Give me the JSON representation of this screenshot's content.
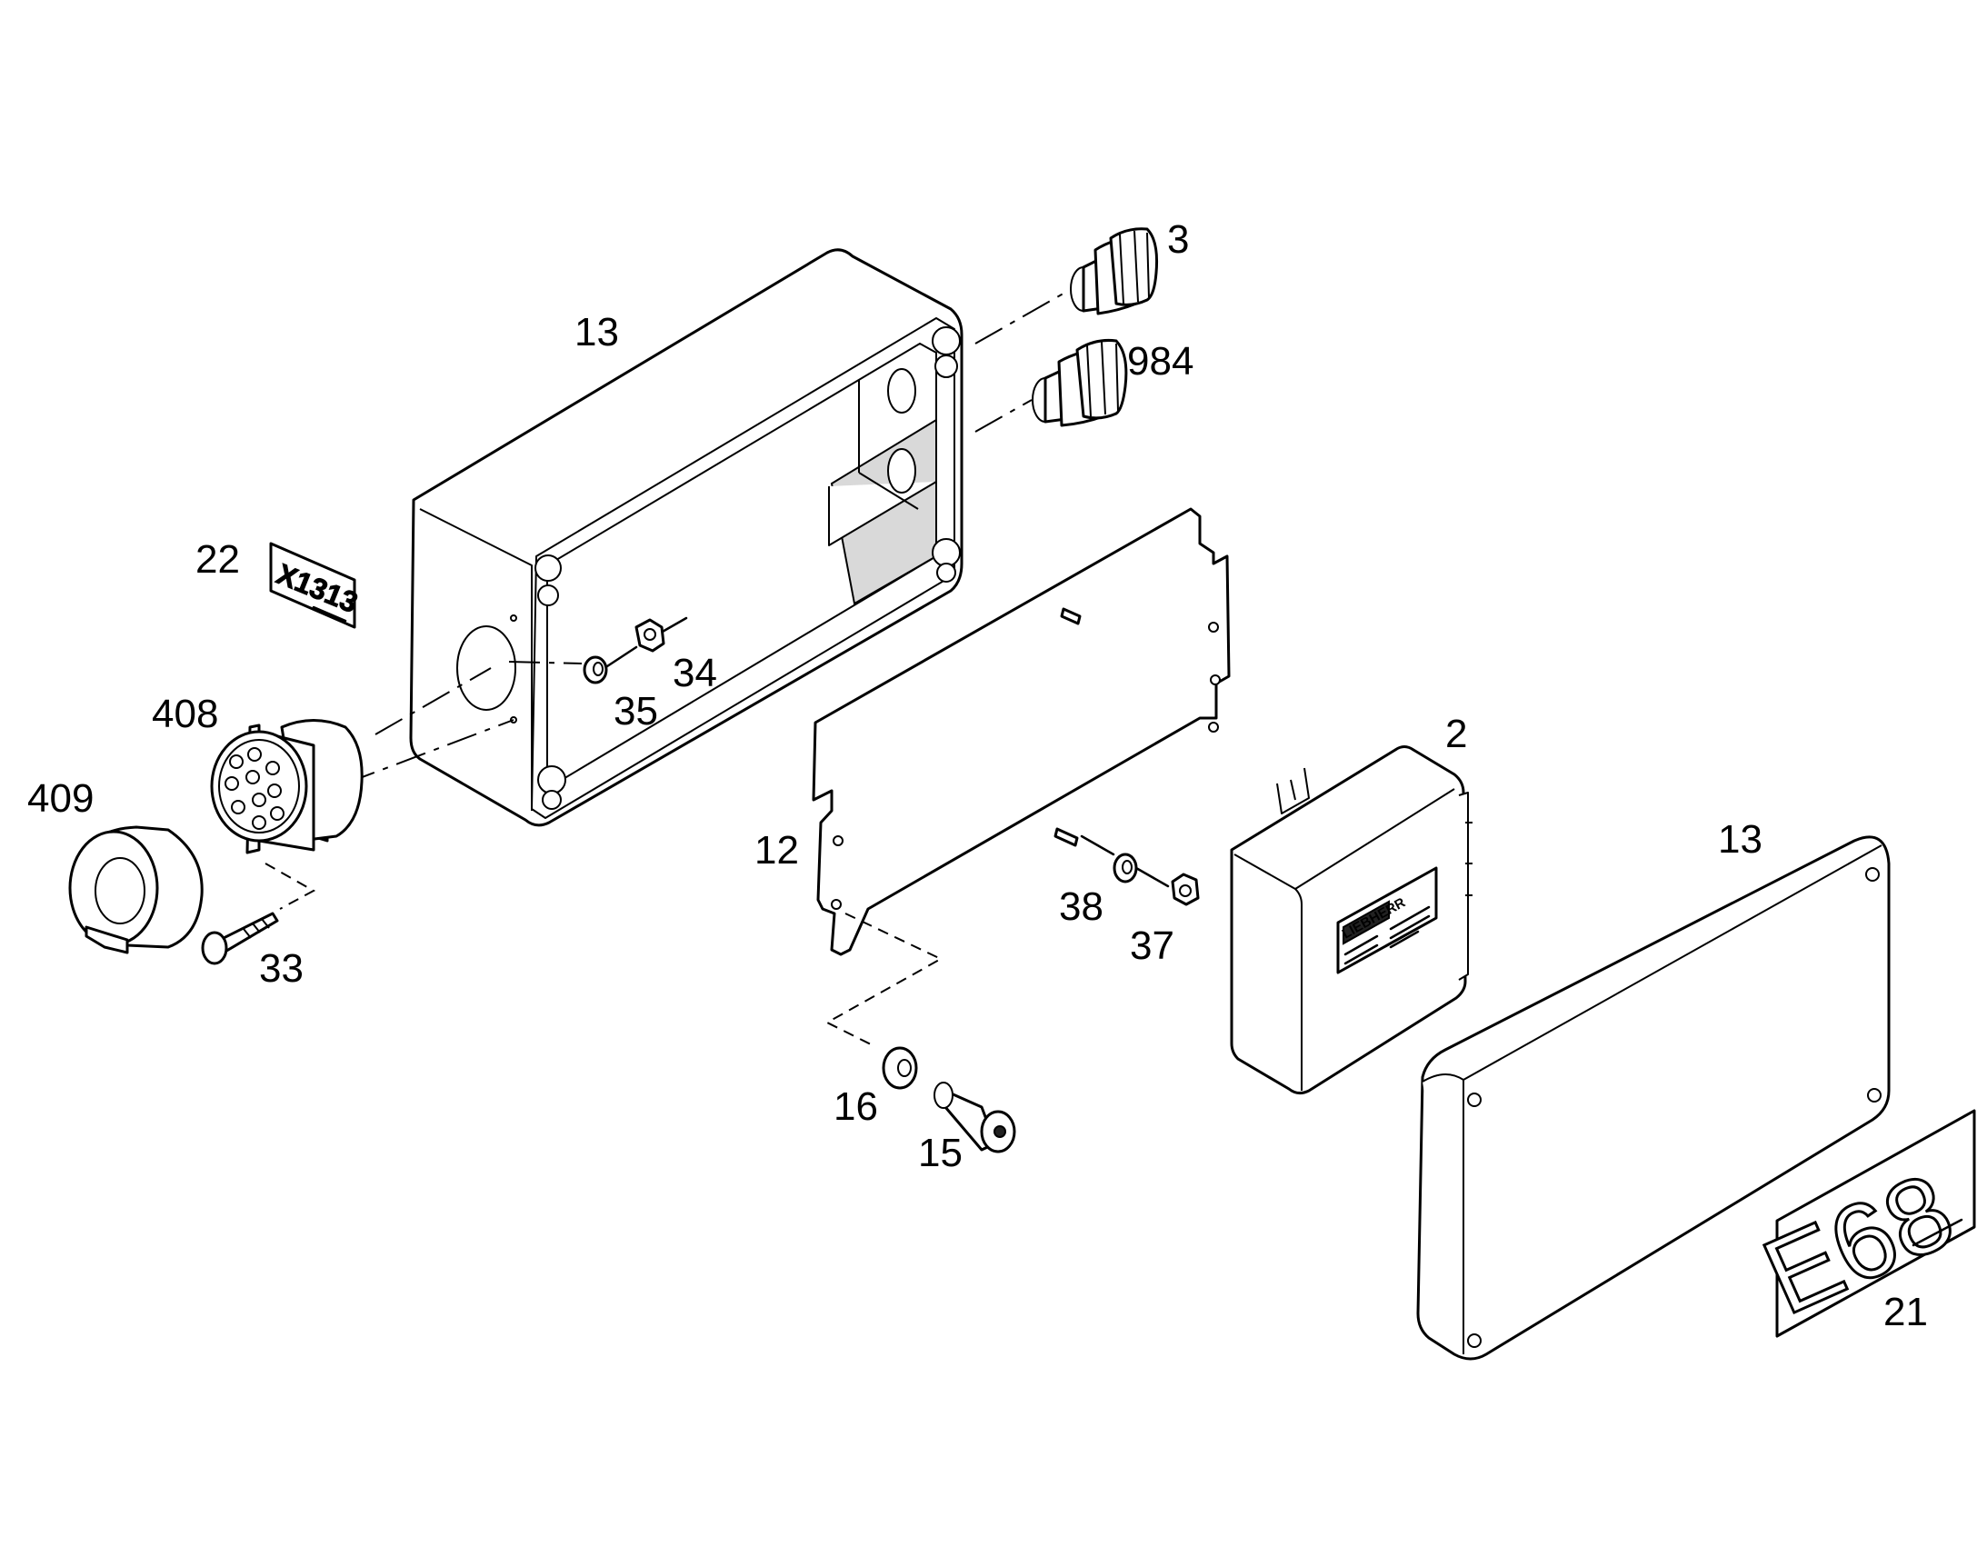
{
  "callouts": {
    "c3": "3",
    "c984": "984",
    "c13_box": "13",
    "c22": "22",
    "c408": "408",
    "c409": "409",
    "c35": "35",
    "c34": "34",
    "c33": "33",
    "c12": "12",
    "c2": "2",
    "c38": "38",
    "c37": "37",
    "c16": "16",
    "c15": "15",
    "c13_lid": "13",
    "c21": "21"
  },
  "labels": {
    "tag_22": "X1313",
    "tag_21": "E68",
    "module_brand": "LIEBHERR"
  }
}
